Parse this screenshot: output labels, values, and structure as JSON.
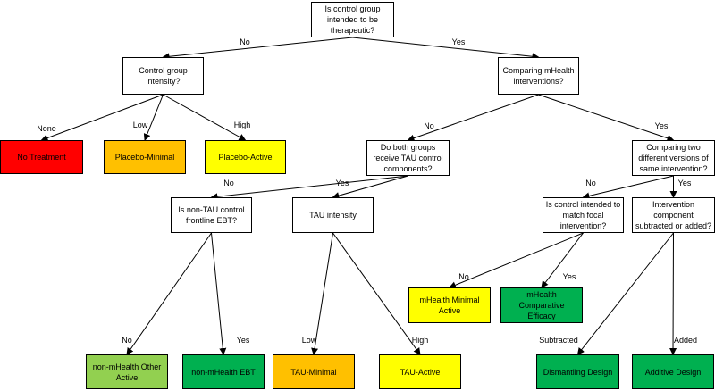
{
  "colors": {
    "question": "#ffffff",
    "red": "#ff0000",
    "orange": "#ffc000",
    "yellow": "#ffff00",
    "light_green": "#92d050",
    "green": "#00b050",
    "line": "#000000"
  },
  "nodes": {
    "root": {
      "text": "Is control group\nintended to be\ntherapeutic?",
      "fill": "question"
    },
    "control_intensity": {
      "text": "Control group\nintensity?",
      "fill": "question"
    },
    "comparing_mhealth": {
      "text": "Comparing mHealth\ninterventions?",
      "fill": "question"
    },
    "no_treatment": {
      "text": "No Treatment",
      "fill": "red"
    },
    "placebo_minimal": {
      "text": "Placebo-Minimal",
      "fill": "orange"
    },
    "placebo_active": {
      "text": "Placebo-Active",
      "fill": "yellow"
    },
    "both_tau": {
      "text": "Do both groups\nreceive TAU control\ncomponents?",
      "fill": "question"
    },
    "two_versions": {
      "text": "Comparing two\ndifferent versions of\nsame intervention?",
      "fill": "question"
    },
    "non_tau_ebt": {
      "text": "Is non-TAU control\nfrontline EBT?",
      "fill": "question"
    },
    "tau_intensity": {
      "text": "TAU intensity",
      "fill": "question"
    },
    "match_focal": {
      "text": "Is control intended to\nmatch focal\nintervention?",
      "fill": "question"
    },
    "component": {
      "text": "Intervention\ncomponent\nsubtracted or added?",
      "fill": "question"
    },
    "mh_minimal": {
      "text": "mHealth Minimal\nActive",
      "fill": "yellow"
    },
    "mh_comparative": {
      "text": "mHealth Comparative\nEfficacy",
      "fill": "green"
    },
    "non_mh_other": {
      "text": "non-mHealth Other\nActive",
      "fill": "light_green"
    },
    "non_mh_ebt": {
      "text": "non-mHealth EBT",
      "fill": "green"
    },
    "tau_minimal": {
      "text": "TAU-Minimal",
      "fill": "orange"
    },
    "tau_active": {
      "text": "TAU-Active",
      "fill": "yellow"
    },
    "dismantling": {
      "text": "Dismantling Design",
      "fill": "green"
    },
    "additive": {
      "text": "Additive Design",
      "fill": "green"
    }
  },
  "edges": [
    {
      "from": "root",
      "to": "control_intensity",
      "label": "No"
    },
    {
      "from": "root",
      "to": "comparing_mhealth",
      "label": "Yes"
    },
    {
      "from": "control_intensity",
      "to": "no_treatment",
      "label": "None"
    },
    {
      "from": "control_intensity",
      "to": "placebo_minimal",
      "label": "Low"
    },
    {
      "from": "control_intensity",
      "to": "placebo_active",
      "label": "High"
    },
    {
      "from": "comparing_mhealth",
      "to": "both_tau",
      "label": "No"
    },
    {
      "from": "comparing_mhealth",
      "to": "two_versions",
      "label": "Yes"
    },
    {
      "from": "both_tau",
      "to": "non_tau_ebt",
      "label": "No"
    },
    {
      "from": "both_tau",
      "to": "tau_intensity",
      "label": "Yes"
    },
    {
      "from": "two_versions",
      "to": "match_focal",
      "label": "No"
    },
    {
      "from": "two_versions",
      "to": "component",
      "label": "Yes"
    },
    {
      "from": "non_tau_ebt",
      "to": "non_mh_other",
      "label": "No"
    },
    {
      "from": "non_tau_ebt",
      "to": "non_mh_ebt",
      "label": "Yes"
    },
    {
      "from": "tau_intensity",
      "to": "tau_minimal",
      "label": "Low"
    },
    {
      "from": "tau_intensity",
      "to": "tau_active",
      "label": "High"
    },
    {
      "from": "match_focal",
      "to": "mh_minimal",
      "label": "No"
    },
    {
      "from": "match_focal",
      "to": "mh_comparative",
      "label": "Yes"
    },
    {
      "from": "component",
      "to": "dismantling",
      "label": "Subtracted"
    },
    {
      "from": "component",
      "to": "additive",
      "label": "Added"
    }
  ]
}
